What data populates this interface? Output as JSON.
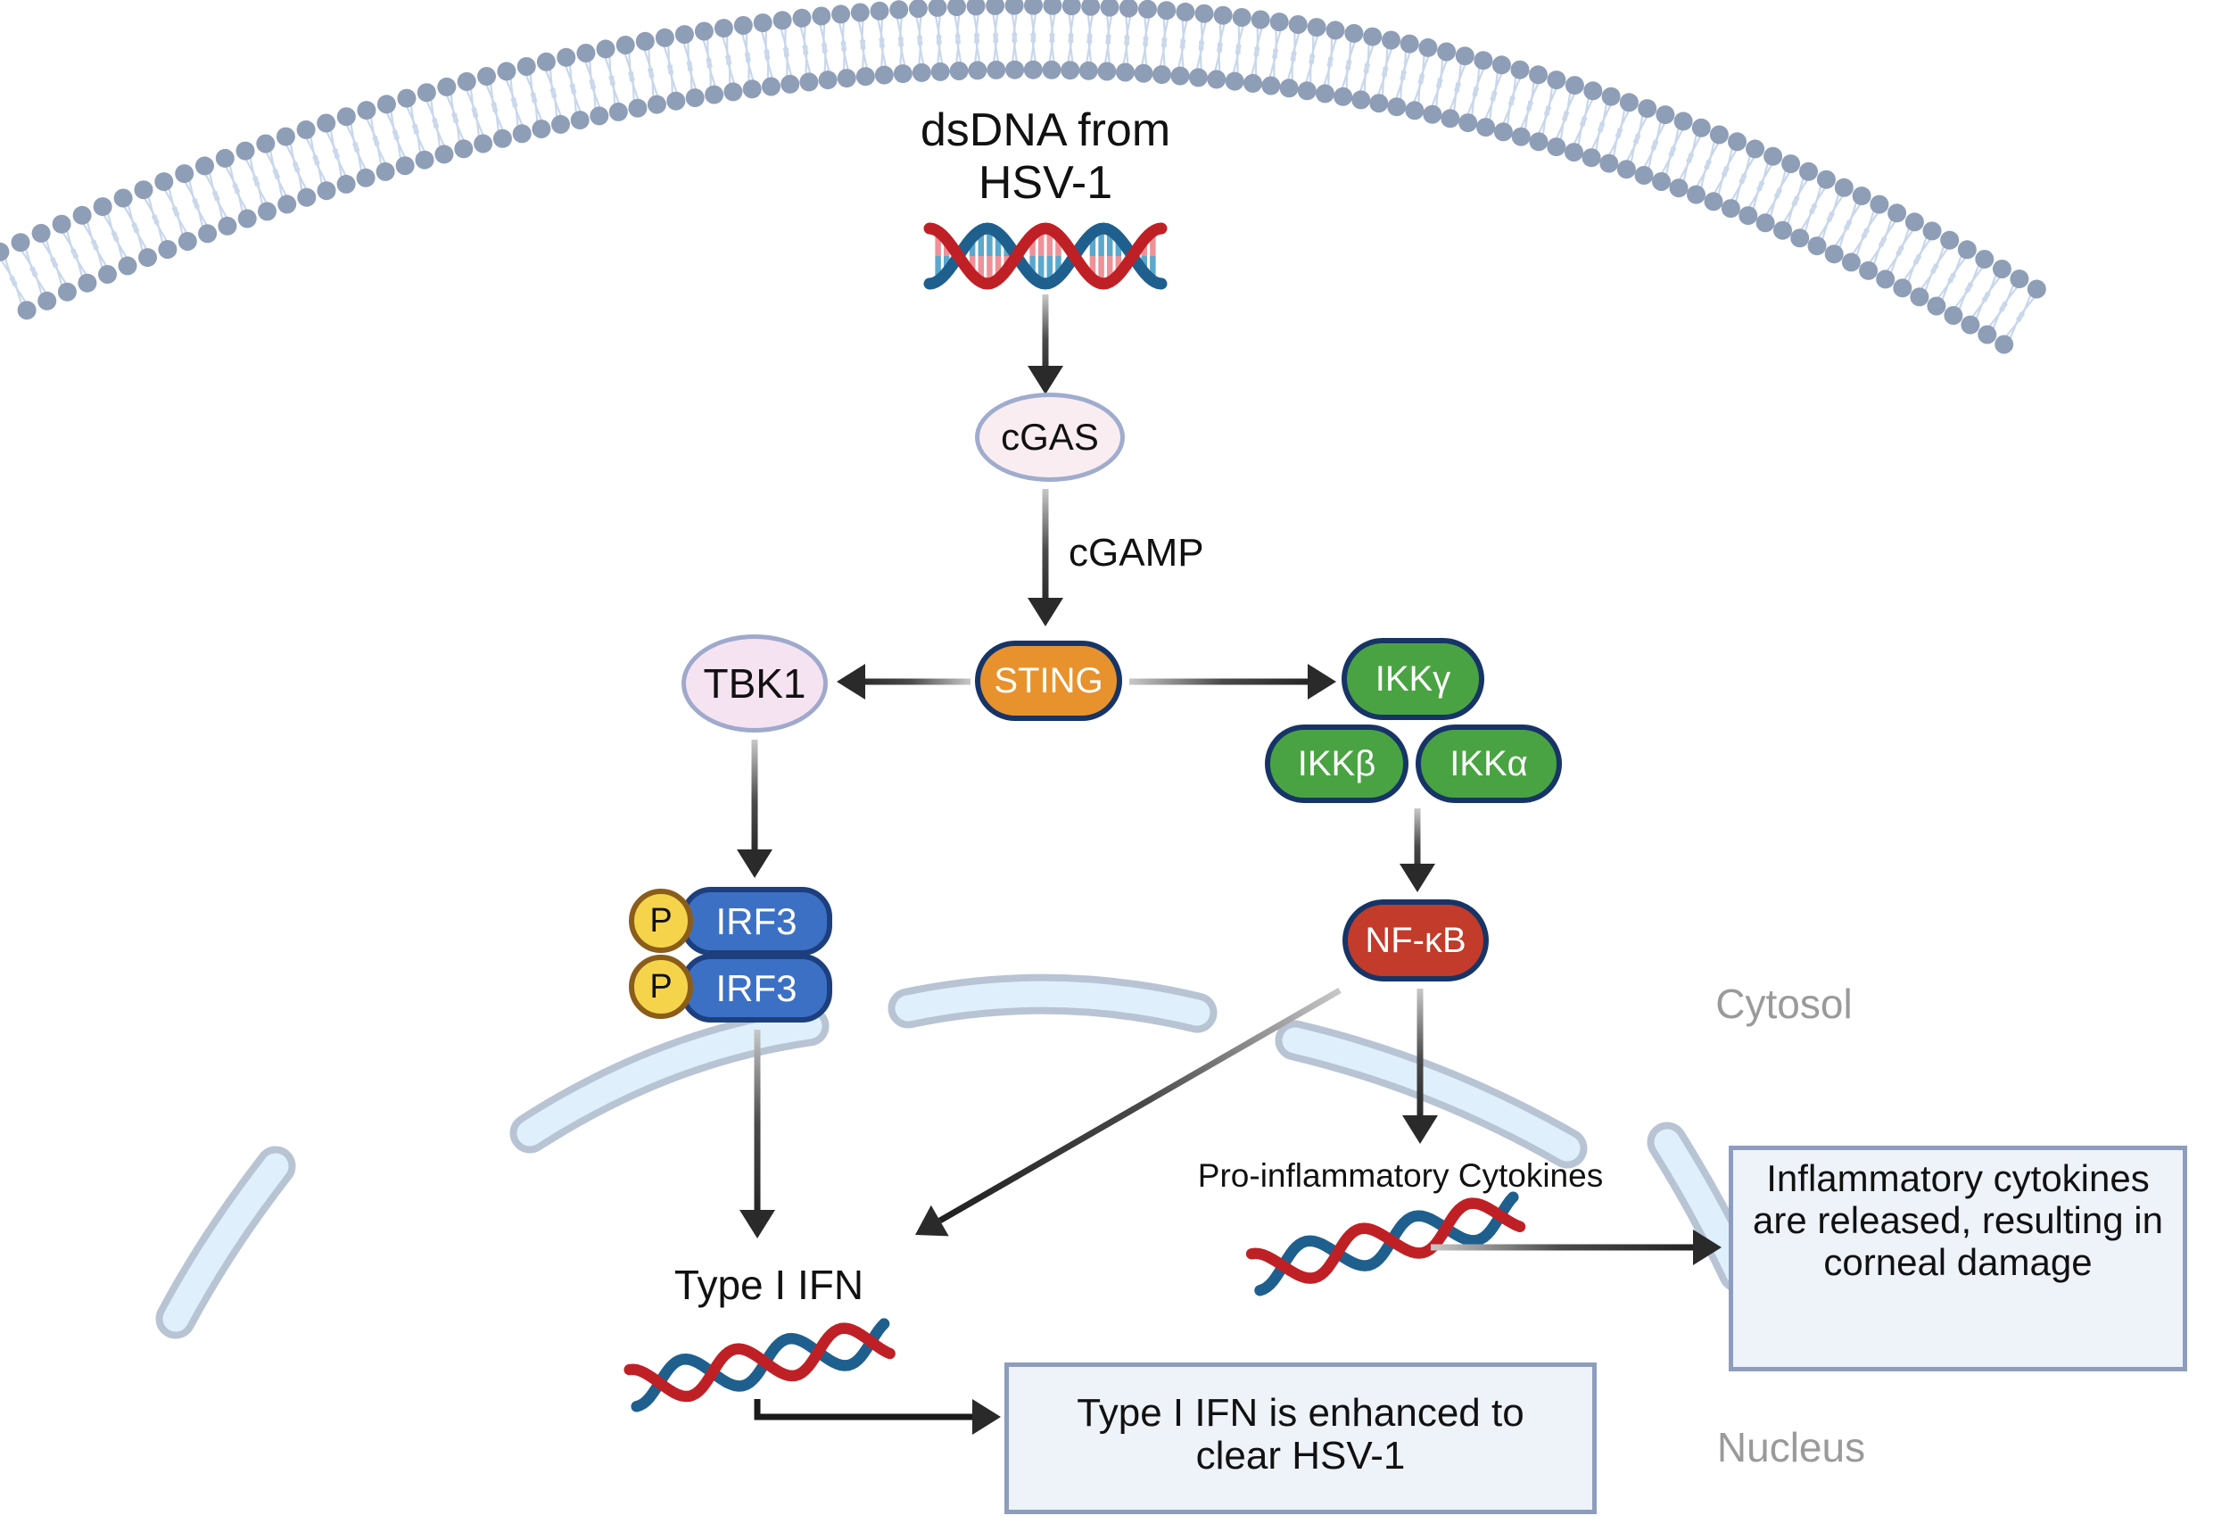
{
  "figure": {
    "description": "cGAS-STING innate immune signaling pathway activated by HSV-1 dsDNA",
    "compartments": {
      "cytosol": "Cytosol",
      "nucleus": "Nucleus"
    }
  },
  "labels": {
    "dsdna_line1": "dsDNA from",
    "dsdna_line2": "HSV-1",
    "cgamp": "cGAMP",
    "type1_ifn": "Type I IFN",
    "pro_inflammatory": "Pro-inflammatory Cytokines",
    "cytosol": "Cytosol",
    "nucleus": "Nucleus"
  },
  "nodes": {
    "cgas": "cGAS",
    "sting": "STING",
    "tbk1": "TBK1",
    "irf3_a": "IRF3",
    "irf3_b": "IRF3",
    "p_a": "P",
    "p_b": "P",
    "ikk_gamma": "IKKγ",
    "ikk_beta": "IKKβ",
    "ikk_alpha": "IKKα",
    "nfkb": "NF-κB"
  },
  "boxes": {
    "ifn": {
      "lines": [
        "Type I IFN is enhanced to",
        "clear HSV-1"
      ]
    },
    "cytokines": {
      "lines": [
        "Inflammatory cytokines",
        "are released, resulting in",
        "corneal damage"
      ]
    }
  },
  "icons": {
    "membrane": "lipid-bilayer-membrane",
    "dna": "dna-double-helix-icon",
    "rna_squiggle": "loose-double-helix-icon",
    "envelope": "nuclear-envelope-segment",
    "phospho": "phosphate-badge"
  },
  "colors": {
    "membrane_head": "#8F9EB7",
    "membrane_tail": "#C9D7EB",
    "sting_orange": "#E8922D",
    "kinase_green": "#4AA342",
    "nfkb_red": "#C23B2B",
    "irf3_blue": "#3C70C4",
    "phospho_yellow": "#F5D44B",
    "navy_border": "#173467",
    "cgas_pink": "#FAEDF1",
    "tbk1_pink": "#F6E3F1",
    "box_fill": "#EEF2F9",
    "box_border": "#8E9DBD",
    "envelope_fill": "#DFF0FC",
    "envelope_border": "#B8C4D4",
    "dna_red": "#BF2026",
    "dna_blue": "#1F5F8E",
    "gray_text": "#9A9A9A",
    "arrow_dark": "#1A1A1A"
  }
}
